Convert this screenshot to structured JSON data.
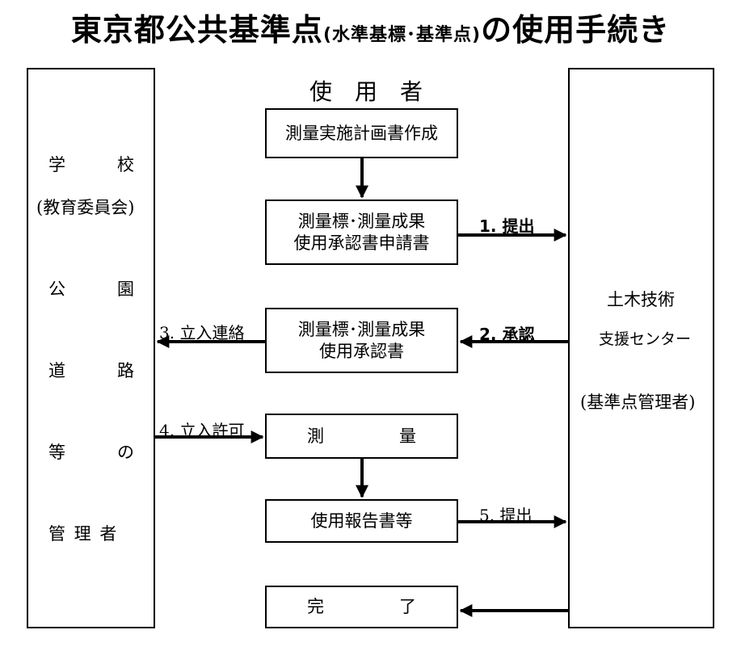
{
  "title": {
    "main": "東京都公共基準点",
    "paren": "(水準基標･基準点)",
    "suffix": "の使用手続き"
  },
  "user_label": "使　用　者",
  "left_manager": {
    "row1": [
      "学",
      "校"
    ],
    "row2": "(教育委員会)",
    "row3": [
      "公",
      "園"
    ],
    "row4": [
      "道",
      "路"
    ],
    "row5": [
      "等",
      "の"
    ],
    "row6": "管 理 者"
  },
  "right_center": {
    "line1": "土木技術",
    "line2": "支援センター",
    "line3": "(基準点管理者)"
  },
  "steps": {
    "plan": "測量実施計画書作成",
    "application": [
      "測量標･測量成果",
      "使用承認書申請書"
    ],
    "approval_doc": [
      "測量標･測量成果",
      "使用承認書"
    ],
    "survey": [
      "測",
      "量"
    ],
    "report": "使用報告書等",
    "done": [
      "完",
      "了"
    ]
  },
  "arrows": {
    "submit1": "1. 提出",
    "approve2": "2. 承認",
    "contact3": "3. 立入連絡",
    "permit4": "4. 立入許可",
    "submit5": "5. 提出"
  }
}
